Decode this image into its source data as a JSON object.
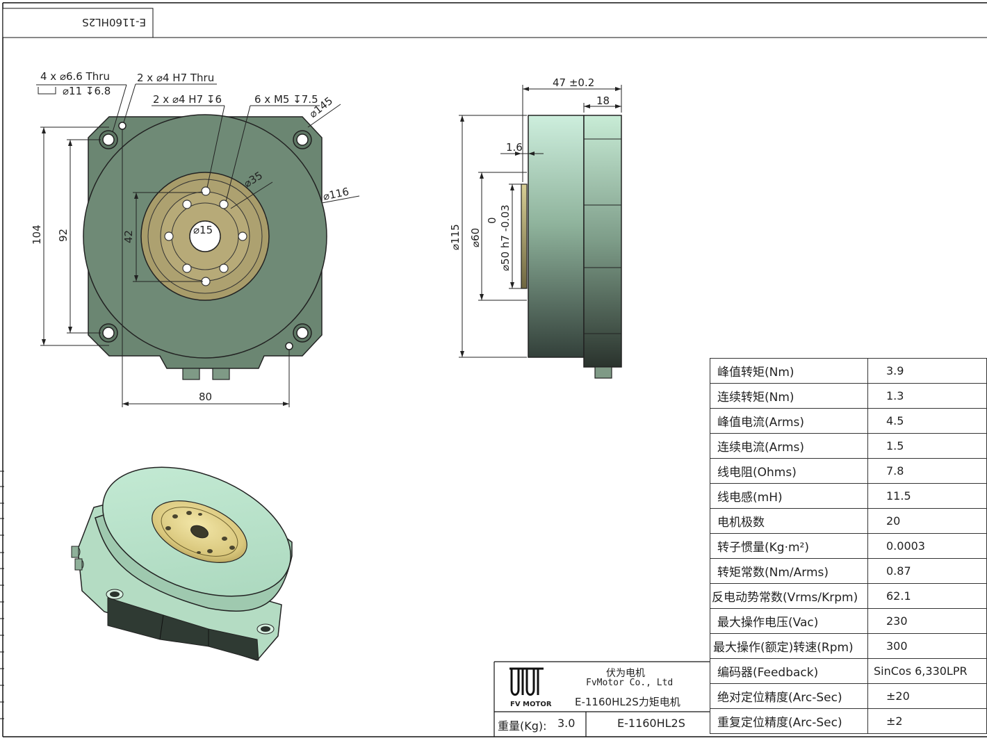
{
  "drawing": {
    "rev_tag": "E-1160HL2S",
    "front_view": {
      "holes_a": "4 x ⌀6.6 Thru",
      "holes_a_cbore": "⌀11 ↧6.8",
      "holes_b": "2 x ⌀4 H7 Thru",
      "holes_c": "2 x ⌀4 H7 ↧6",
      "holes_d": "6 x M5 ↧7.5",
      "dia_145": "⌀145",
      "dia_116": "⌀116",
      "dia_35": "⌀35",
      "dia_15": "⌀15",
      "dim_104": "104",
      "dim_92": "92",
      "dim_42": "42",
      "dim_80": "80"
    },
    "side_view": {
      "dim_47": "47 ±0.2",
      "dim_18": "18",
      "dim_1_6": "1.6",
      "dia_115": "⌀115",
      "dia_60": "⌀60",
      "tol_upper": "0",
      "dia_50": "⌀50 h7 -0.03"
    }
  },
  "specs": [
    {
      "label": "峰值转矩(Nm)",
      "value": "3.9"
    },
    {
      "label": "连续转矩(Nm)",
      "value": "1.3"
    },
    {
      "label": "峰值电流(Arms)",
      "value": "4.5"
    },
    {
      "label": "连续电流(Arms)",
      "value": "1.5"
    },
    {
      "label": "线电阻(Ohms)",
      "value": "7.8"
    },
    {
      "label": "线电感(mH)",
      "value": "11.5"
    },
    {
      "label": "电机极数",
      "value": "20"
    },
    {
      "label": "转子惯量(Kg·m²)",
      "value": "0.0003"
    },
    {
      "label": "转矩常数(Nm/Arms)",
      "value": "0.87"
    },
    {
      "label": "反电动势常数(Vrms/Krpm)",
      "value": "62.1"
    },
    {
      "label": "最大操作电压(Vac)",
      "value": "230"
    },
    {
      "label": "最大操作(额定)转速(Rpm)",
      "value": "300"
    },
    {
      "label": "编码器(Feedback)",
      "value": "SinCos 6,330LPR"
    },
    {
      "label": "绝对定位精度(Arc-Sec)",
      "value": "±20"
    },
    {
      "label": "重复定位精度(Arc-Sec)",
      "value": "±2"
    }
  ],
  "title_block": {
    "company_cn": "伏为电机",
    "company_en": "FvMotor Co., Ltd",
    "product_desc": "E-1160HL2S力矩电机",
    "logo_text": "FV MOTOR",
    "weight_label": "重量(Kg):",
    "weight_value": "3.0",
    "part_no": "E-1160HL2S"
  },
  "colors": {
    "housing": "#6b8672",
    "face": "#a89c6a",
    "face_inner": "#b7aa78",
    "body_light": "#c8ecd6",
    "body_dark": "#2f3a33"
  }
}
